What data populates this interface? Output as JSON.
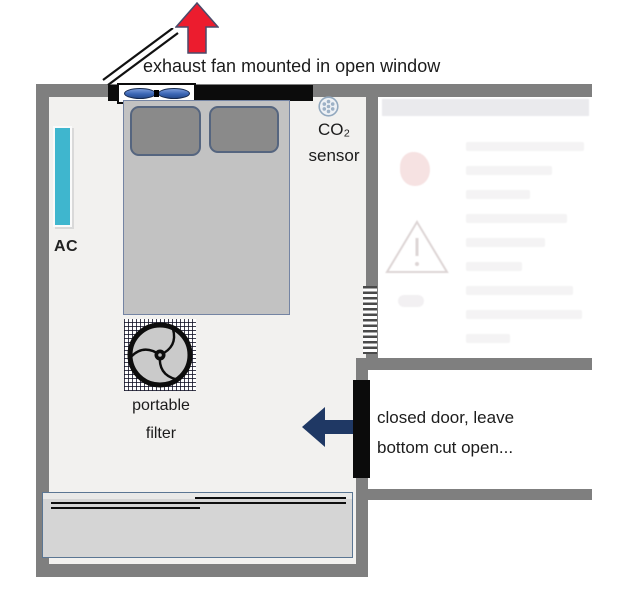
{
  "figure": {
    "annotations": {
      "exhaust_fan": "exhaust fan mounted in open window",
      "ac_unit": "AC",
      "co2_sensor_line1": "CO₂",
      "co2_sensor_line2": "sensor",
      "portable_filter_line1": "portable",
      "portable_filter_line2": "filter",
      "closed_door_line1": "closed door, leave",
      "closed_door_line2": "bottom cut open..."
    },
    "colors": {
      "wall_gray": "#7f7f7f",
      "room_fill": "#f2f1ef",
      "window_black": "#0c0c0c",
      "ac_teal": "#3fb6ce",
      "fan_blade_blue": "#3b66b5",
      "bed_fill": "#c2c2c2",
      "bed_border": "#7484a3",
      "pillow_fill": "#8a8a8a",
      "red_arrow": "#ec1c2e",
      "navy_arrow": "#1f3864",
      "door_black": "#0b0b0b",
      "closet_fill": "#d5d5d5",
      "closet_border": "#5b7693"
    },
    "icons": {
      "up_arrow": "red-up-arrow",
      "left_arrow": "navy-left-arrow",
      "fan_unit": "window-exhaust-fan",
      "co2_sensor": "co2-sensor-dot-grille",
      "portable_filter": "fan-on-hatched-pad",
      "window_sash": "tilted-open-sash-lines"
    }
  }
}
